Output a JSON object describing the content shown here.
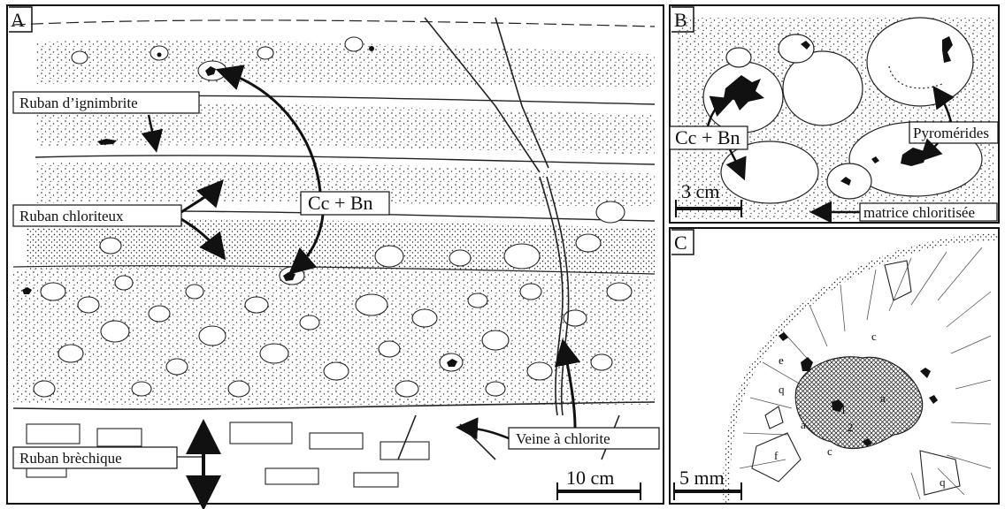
{
  "panels": {
    "a": {
      "letter": "A",
      "labels": {
        "ignimbrite": "Ruban d’ignimbrite",
        "chloriteux": "Ruban chloriteux",
        "cc_bn": "Cc + Bn",
        "breche": "Ruban brèchique",
        "veine": "Veine à chlorite"
      },
      "scale": "10 cm"
    },
    "b": {
      "letter": "B",
      "labels": {
        "cc_bn": "Cc + Bn",
        "pyromerides": "Pyromérides",
        "matrice": "matrice chloritisée"
      },
      "scale": "3 cm"
    },
    "c": {
      "letter": "C",
      "labels": {
        "c1": "c",
        "e": "e",
        "q1": "q",
        "a1": "a",
        "a2": "a",
        "one": "1",
        "two": "2",
        "f": "f",
        "c2": "c",
        "q2": "q"
      },
      "scale": "5 mm"
    }
  },
  "colors": {
    "ink": "#111111",
    "paper": "#ffffff"
  }
}
